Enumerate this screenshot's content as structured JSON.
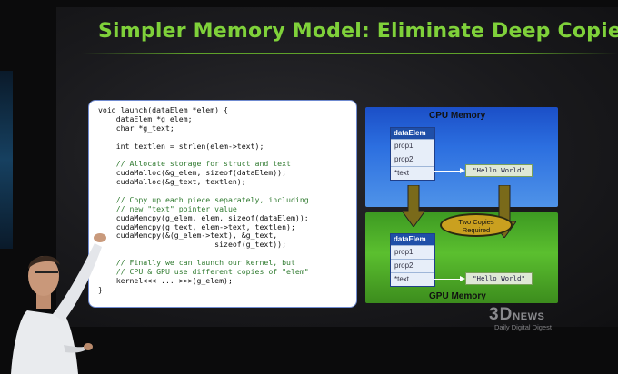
{
  "slide": {
    "title": "Simpler Memory Model: Eliminate Deep Copies"
  },
  "code_lines": [
    {
      "text": "void launch(dataElem *elem) {",
      "kind": "code"
    },
    {
      "text": "    dataElem *g_elem;",
      "kind": "code"
    },
    {
      "text": "    char *g_text;",
      "kind": "code"
    },
    {
      "text": "",
      "kind": "code"
    },
    {
      "text": "    int textlen = strlen(elem->text);",
      "kind": "code"
    },
    {
      "text": "",
      "kind": "code"
    },
    {
      "text": "    // Allocate storage for struct and text",
      "kind": "comment"
    },
    {
      "text": "    cudaMalloc(&g_elem, sizeof(dataElem));",
      "kind": "code"
    },
    {
      "text": "    cudaMalloc(&g_text, textlen);",
      "kind": "code"
    },
    {
      "text": "",
      "kind": "code"
    },
    {
      "text": "    // Copy up each piece separately, including",
      "kind": "comment"
    },
    {
      "text": "    // new \"text\" pointer value",
      "kind": "comment"
    },
    {
      "text": "    cudaMemcpy(g_elem, elem, sizeof(dataElem));",
      "kind": "code"
    },
    {
      "text": "    cudaMemcpy(g_text, elem->text, textlen);",
      "kind": "code"
    },
    {
      "text": "    cudaMemcpy(&(g_elem->text), &g_text,",
      "kind": "code"
    },
    {
      "text": "                          sizeof(g_text));",
      "kind": "code"
    },
    {
      "text": "",
      "kind": "code"
    },
    {
      "text": "    // Finally we can launch our kernel, but",
      "kind": "comment"
    },
    {
      "text": "    // CPU & GPU use different copies of \"elem\"",
      "kind": "comment"
    },
    {
      "text": "    kernel<<< ... >>>(g_elem);",
      "kind": "code"
    },
    {
      "text": "}",
      "kind": "code"
    }
  ],
  "diagram": {
    "cpu_label": "CPU Memory",
    "gpu_label": "GPU Memory",
    "cpu_struct": {
      "header": "dataElem",
      "fields": [
        "prop1",
        "prop2",
        "*text"
      ]
    },
    "gpu_struct": {
      "header": "dataElem",
      "fields": [
        "prop1",
        "prop2",
        "*text"
      ]
    },
    "cpu_string": "\"Hello World\"",
    "gpu_string": "\"Hello World\"",
    "badge": {
      "line1": "Two Copies",
      "line2": "Required"
    }
  },
  "watermark": {
    "mark": "3D",
    "mark_suffix": "NEWS",
    "subtitle": "Daily Digital Digest"
  },
  "colors": {
    "title_green": "#7fd13a",
    "cpu_blue": "#2c6fe0",
    "gpu_green": "#5bbf2f",
    "badge_gold": "#caa01f",
    "arrow_olive": "#7a6a1a"
  }
}
